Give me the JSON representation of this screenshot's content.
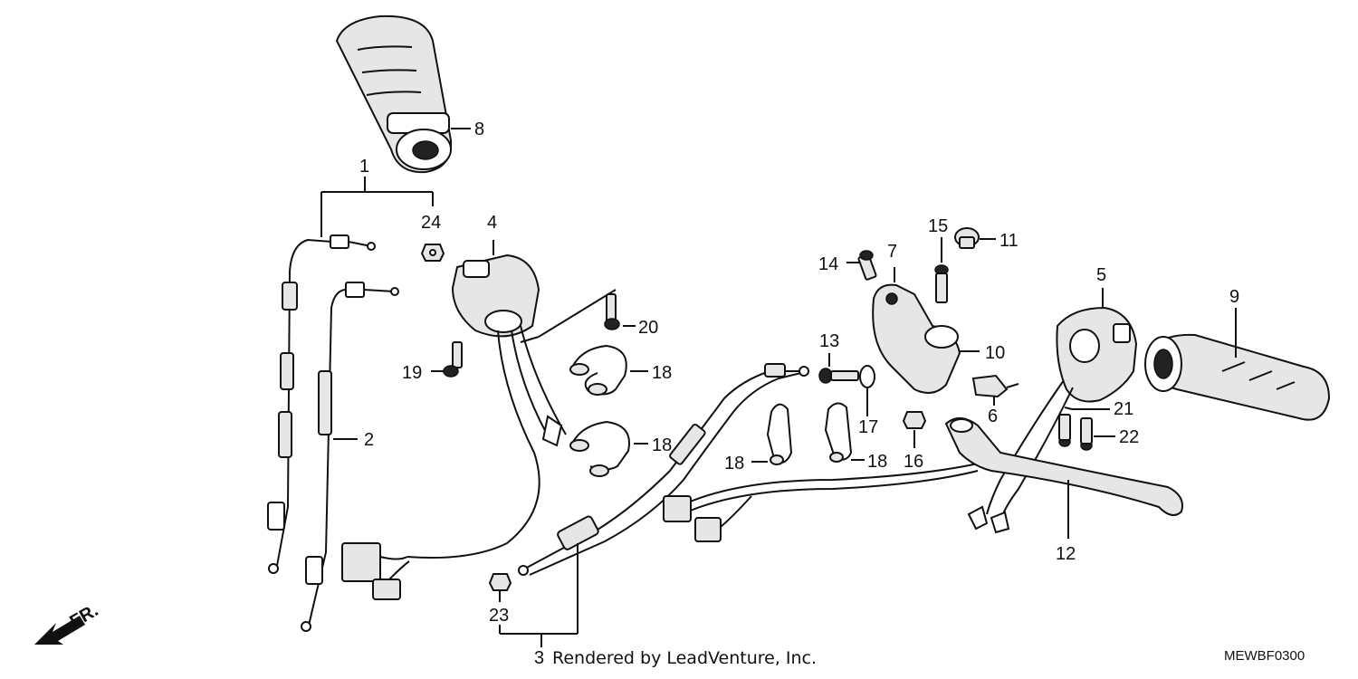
{
  "diagram": {
    "callouts": [
      {
        "id": "1",
        "label": "1"
      },
      {
        "id": "2",
        "label": "2"
      },
      {
        "id": "3",
        "label": "3"
      },
      {
        "id": "4",
        "label": "4"
      },
      {
        "id": "5",
        "label": "5"
      },
      {
        "id": "6",
        "label": "6"
      },
      {
        "id": "7",
        "label": "7"
      },
      {
        "id": "8",
        "label": "8"
      },
      {
        "id": "9",
        "label": "9"
      },
      {
        "id": "10",
        "label": "10"
      },
      {
        "id": "11",
        "label": "11"
      },
      {
        "id": "12",
        "label": "12"
      },
      {
        "id": "13",
        "label": "13"
      },
      {
        "id": "14",
        "label": "14"
      },
      {
        "id": "15",
        "label": "15"
      },
      {
        "id": "16",
        "label": "16"
      },
      {
        "id": "17",
        "label": "17"
      },
      {
        "id": "18a",
        "label": "18"
      },
      {
        "id": "18b",
        "label": "18"
      },
      {
        "id": "18c",
        "label": "18"
      },
      {
        "id": "18d",
        "label": "18"
      },
      {
        "id": "19",
        "label": "19"
      },
      {
        "id": "20",
        "label": "20"
      },
      {
        "id": "21",
        "label": "21"
      },
      {
        "id": "22",
        "label": "22"
      },
      {
        "id": "23",
        "label": "23"
      },
      {
        "id": "24",
        "label": "24"
      }
    ],
    "direction_label": "FR.",
    "rendered_by": "Rendered by LeadVenture, Inc.",
    "diagram_code": "MEWBF0300"
  }
}
